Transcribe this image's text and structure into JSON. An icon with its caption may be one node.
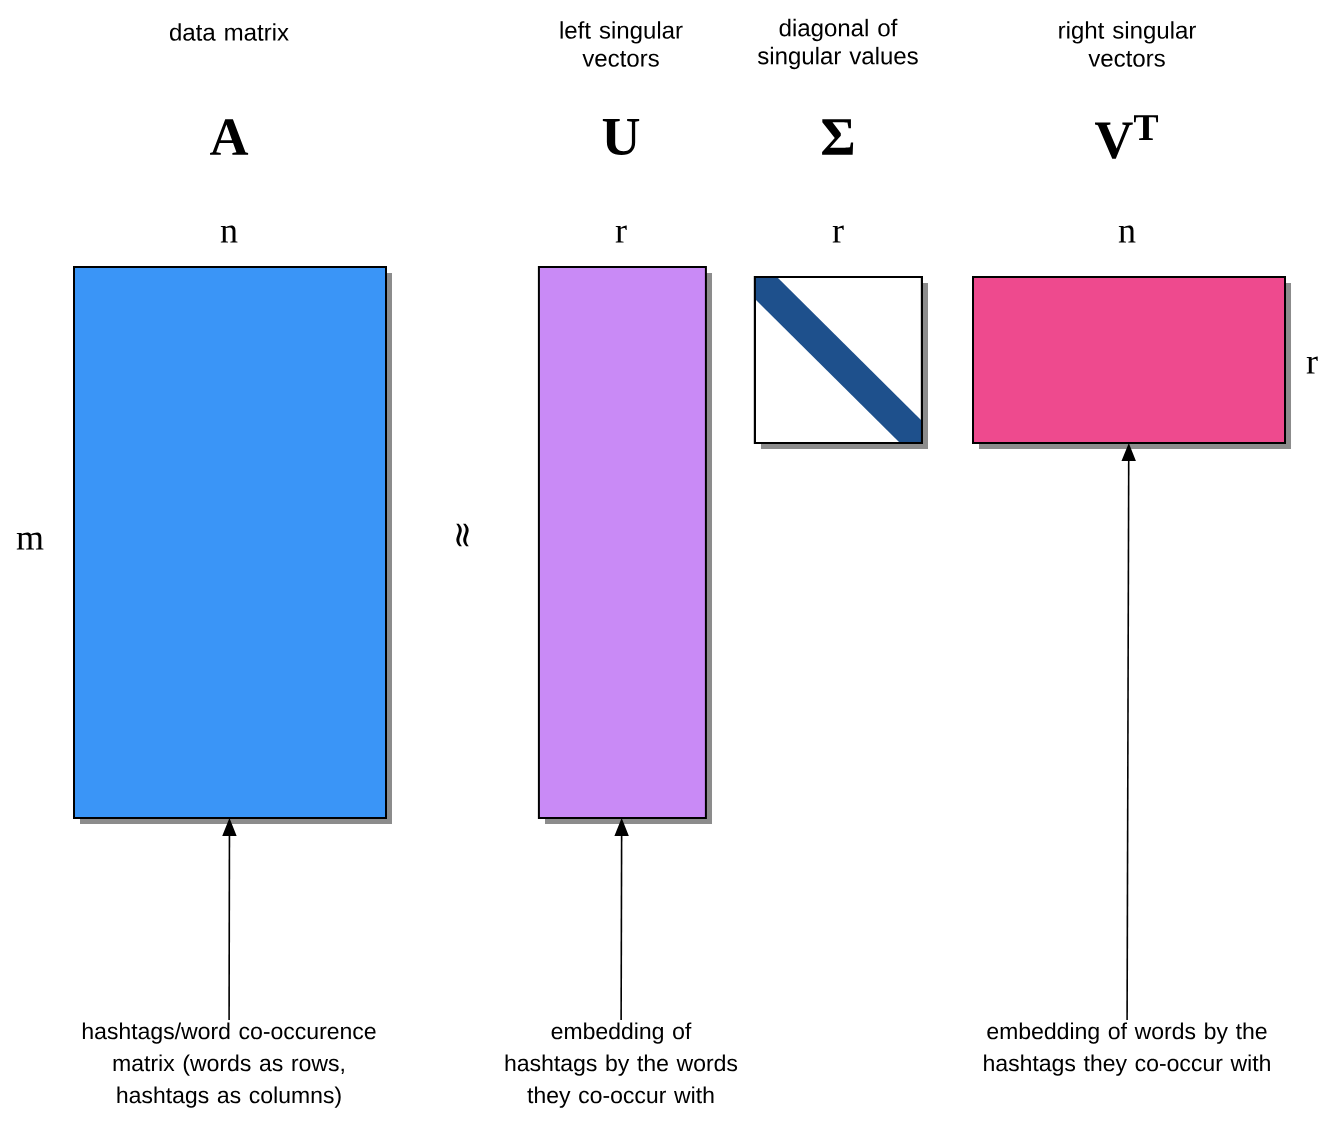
{
  "diagram": {
    "nodes": [
      {
        "text": [],
        "shape": "box"
      },
      {
        "text": [],
        "shape": "box"
      },
      {
        "text": [],
        "shape": "box"
      },
      {
        "text": [],
        "shape": "box"
      },
      {
        "text": [
          "hashtags/word co-occurence matrix (words as rows, hashtags as columns)"
        ]
      },
      {
        "text": [
          "embedding of hashtags by the words they co-occur with"
        ]
      },
      {
        "text": [
          "embedding of words by the hashtags they co-occur with"
        ]
      }
    ],
    "edges": [
      {
        "from": 4,
        "to": 0,
        "arrow": "to"
      },
      {
        "from": 5,
        "to": 1,
        "arrow": "to"
      },
      {
        "from": 6,
        "to": 3,
        "arrow": "to"
      }
    ],
    "labels": [
      "data matrix",
      "left singular vectors",
      "diagonal of singular values",
      "right singular vectors",
      "A",
      "U",
      "Σ",
      "V$^{T}$",
      "n",
      "r",
      "r",
      "n",
      "r",
      "m",
      "≈"
    ]
  }
}
